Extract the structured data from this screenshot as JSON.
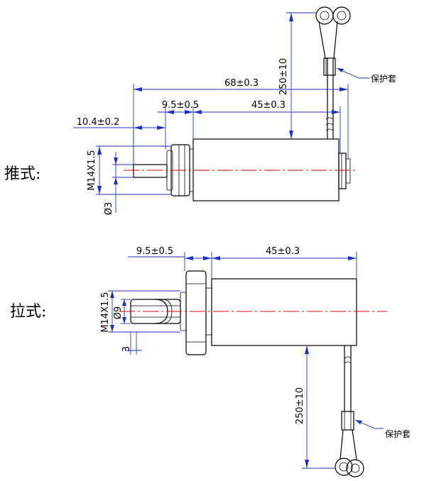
{
  "push": {
    "label": "推式:",
    "dim_total": "68±0.3",
    "dim_nut": "9.5±0.5",
    "dim_body": "45±0.3",
    "dim_plunger": "10.4±0.2",
    "dim_thread": "M14X1.5",
    "dim_dia": "Ø3",
    "dim_lead": "250±10",
    "sleeve": "保护套"
  },
  "pull": {
    "label": "拉式:",
    "dim_nut": "9.5±0.5",
    "dim_body": "45±0.3",
    "dim_thread": "M14X1.5",
    "dim_dia": "Ø9",
    "dim_three": "3",
    "dim_lead": "250±10",
    "sleeve": "保护套"
  },
  "colors": {
    "dimension": "#1a2fd1",
    "centerline": "#e00000",
    "outline": "#000000"
  }
}
